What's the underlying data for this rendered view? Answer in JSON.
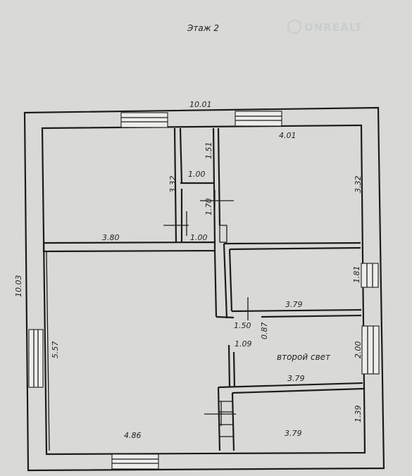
{
  "plan": {
    "title": "Этаж 2",
    "watermark": "ONREALT",
    "room_label": "второй свет"
  },
  "dimensions": {
    "top_width": "10.01",
    "left_height": "10.03",
    "tr_room_width": "4.01",
    "tr_room_height": "3.32",
    "tl_room_height": "3.32",
    "tl_room_width": "3.80",
    "bath_height": "1.51",
    "bath_width": "1.00",
    "wc_height": "1.70",
    "wc_width": "1.00",
    "mid_room_height": "1.81",
    "mid_room_width": "3.79",
    "hall_width": "1.50",
    "hall_height": "0.87",
    "stair_width": "1.09",
    "second_light_height": "2.00",
    "second_light_width": "3.79",
    "bottom_room_height": "1.39",
    "bottom_room_width": "3.79",
    "big_room_height": "5.57",
    "big_room_width": "4.86"
  },
  "colors": {
    "paper": "#d9d9d6",
    "ink": "#1c1c1c"
  }
}
